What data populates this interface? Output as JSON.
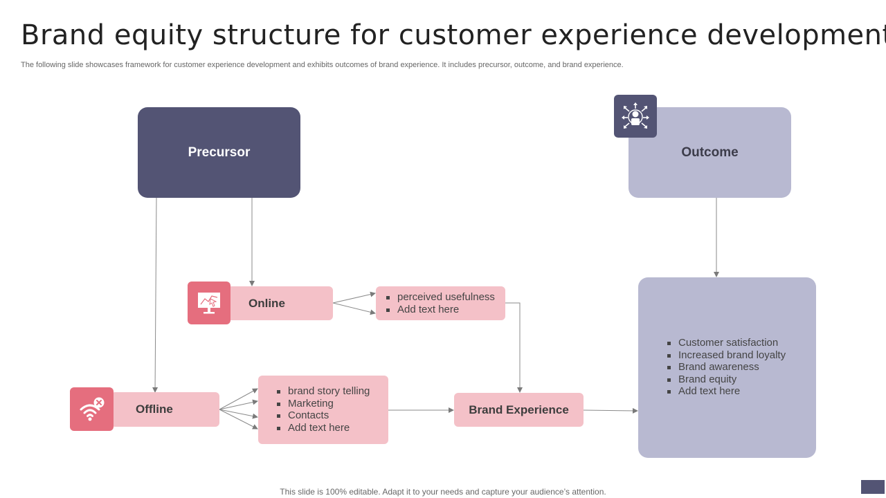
{
  "title": "Brand equity structure for customer experience development",
  "subtitle": "The following slide showcases framework for customer experience development and exhibits outcomes of brand experience. It includes precursor, outcome, and brand experience.",
  "nodes": {
    "precursor": "Precursor",
    "outcome": "Outcome",
    "online": "Online",
    "offline": "Offline",
    "brand_experience": "Brand Experience"
  },
  "online_list": [
    "perceived usefulness",
    "Add text here"
  ],
  "offline_list": [
    " brand story telling",
    "Marketing",
    "Contacts",
    "Add text here"
  ],
  "outcome_list": [
    "Customer satisfaction",
    "Increased brand loyalty",
    "Brand awareness",
    "Brand equity",
    "Add text here"
  ],
  "icons": {
    "outcome": "leader-arrows-icon",
    "online": "monitor-chart-icon",
    "offline": "wifi-off-icon"
  },
  "colors": {
    "dark": "#535474",
    "light_lavender": "#b8b9d1",
    "pink": "#f4c1c8",
    "pink_icon": "#e56e7e"
  },
  "footer": "This slide is 100% editable. Adapt it to your needs and capture your audience’s attention."
}
